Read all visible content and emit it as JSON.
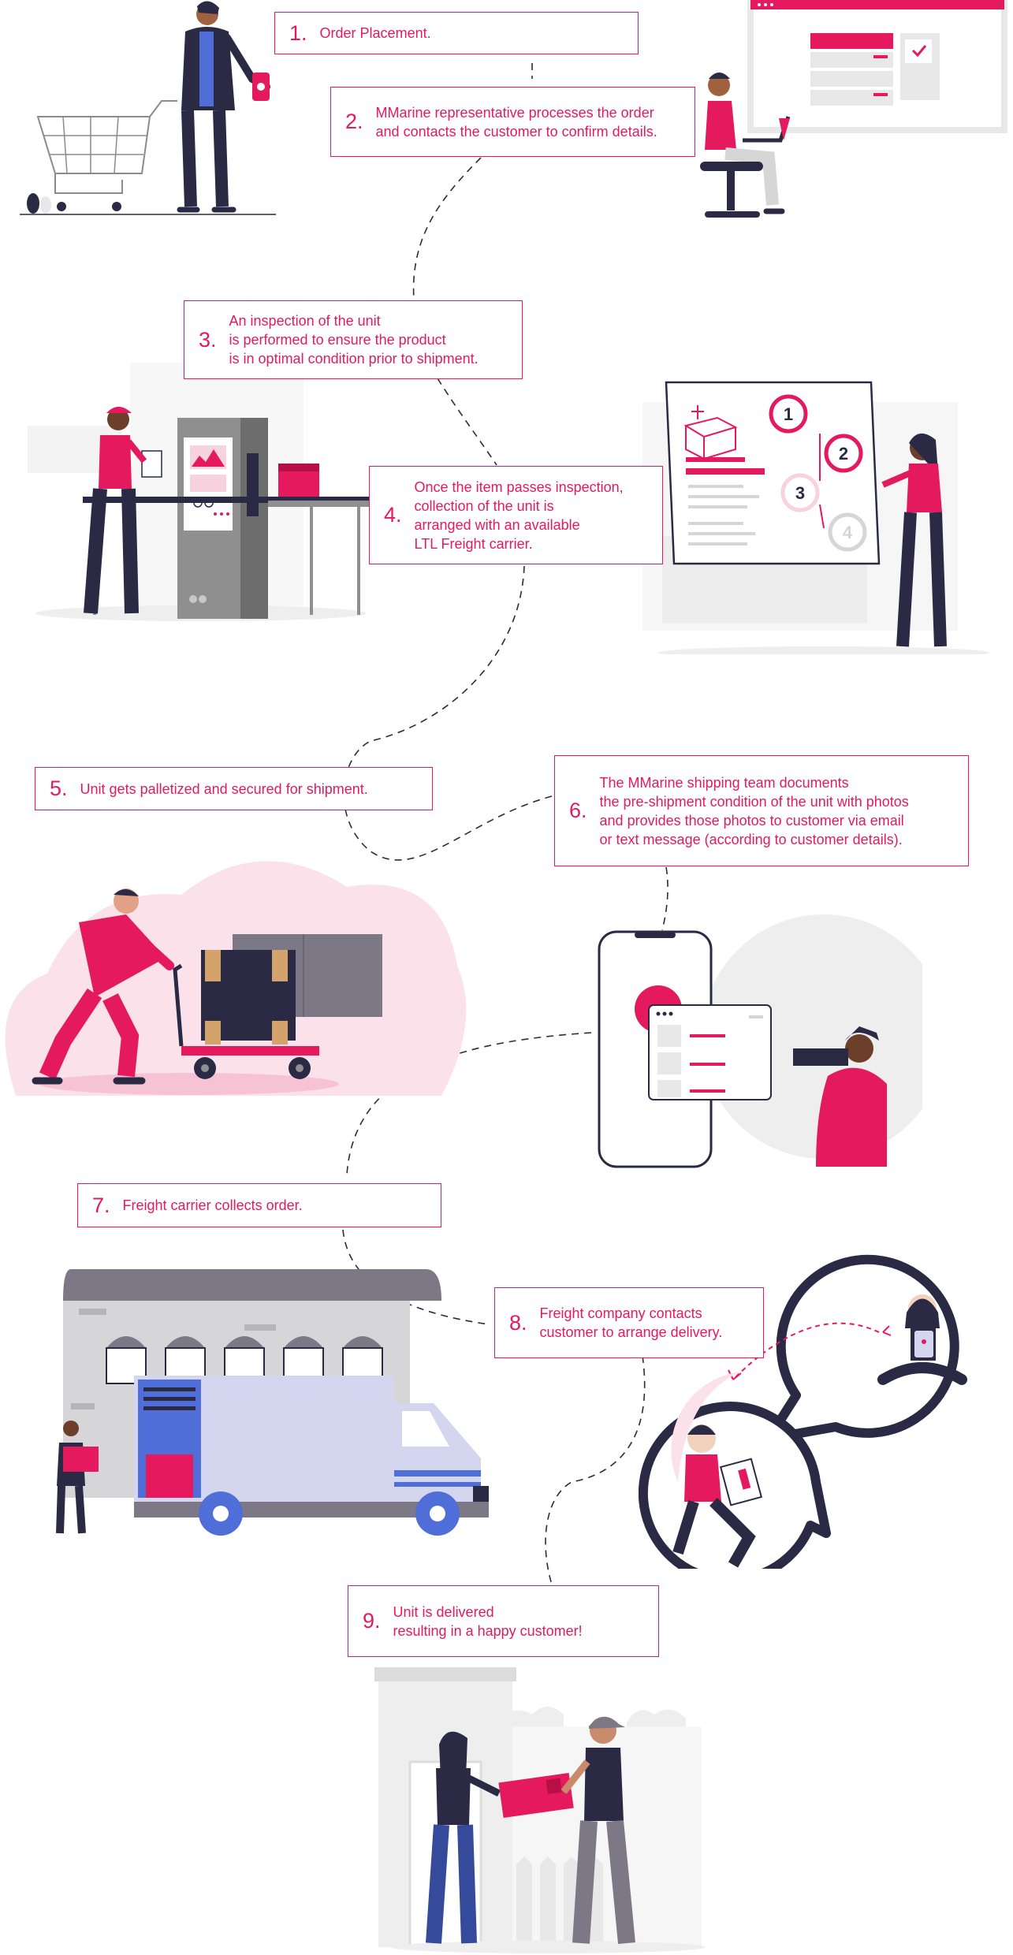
{
  "colors": {
    "accent": "#e5195e",
    "accent_light": "#f9d2df",
    "dark": "#2a2a45",
    "gray": "#e8e8e8",
    "gray_dark": "#7d7886",
    "blue": "#4f6ed7"
  },
  "steps": [
    {
      "number": "1.",
      "lines": [
        "Order Placement."
      ]
    },
    {
      "number": "2.",
      "lines": [
        "MMarine representative processes the order",
        "and contacts the customer to confirm details."
      ]
    },
    {
      "number": "3.",
      "lines": [
        "An inspection of the unit",
        "is performed to ensure the product",
        "is in optimal condition prior to shipment."
      ]
    },
    {
      "number": "4.",
      "lines": [
        "Once the item passes inspection,",
        "collection of the unit is",
        "arranged with an available",
        "LTL Freight carrier."
      ]
    },
    {
      "number": "5.",
      "lines": [
        "Unit gets palletized and secured for shipment."
      ]
    },
    {
      "number": "6.",
      "lines": [
        "The MMarine shipping team documents",
        "the pre-shipment condition of the unit with photos",
        "and provides those photos to customer via email",
        "or text message (according to customer details)."
      ]
    },
    {
      "number": "7.",
      "lines": [
        "Freight carrier collects order."
      ]
    },
    {
      "number": "8.",
      "lines": [
        "Freight company contacts",
        "customer to arrange delivery."
      ]
    },
    {
      "number": "9.",
      "lines": [
        "Unit is delivered",
        "resulting in a happy customer!"
      ]
    }
  ],
  "checklist_numbers": [
    "1",
    "2",
    "3",
    "4"
  ]
}
